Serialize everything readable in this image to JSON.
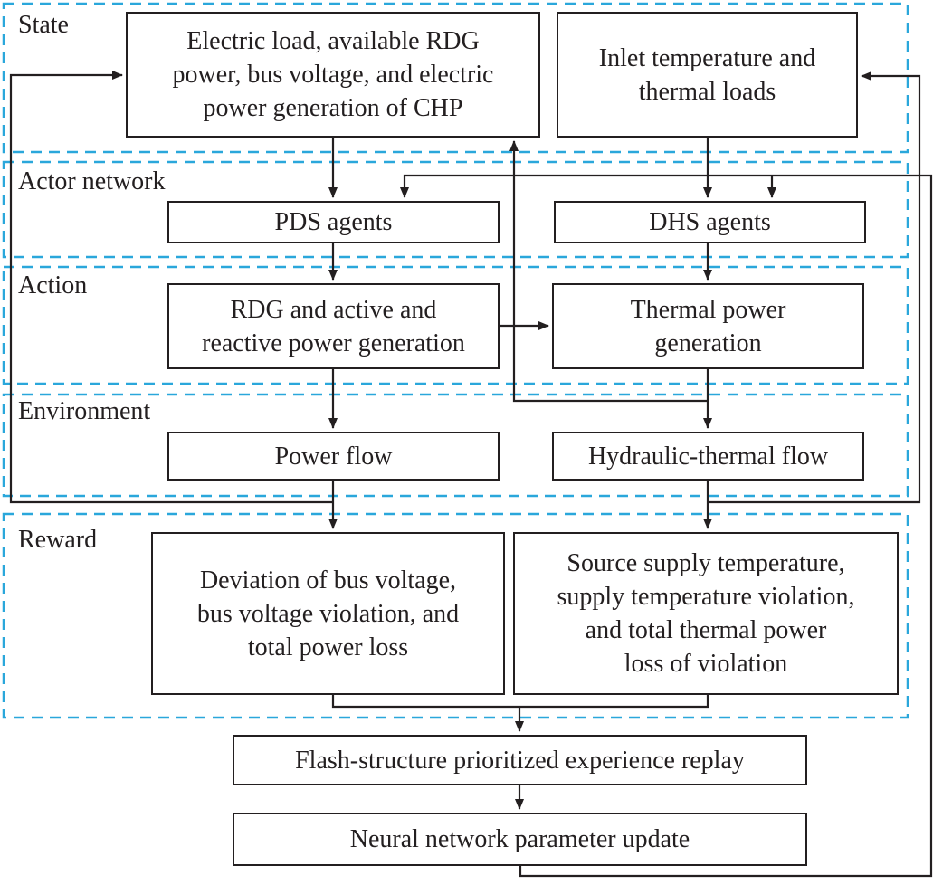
{
  "sections": [
    {
      "label": "State"
    },
    {
      "label": "Actor network"
    },
    {
      "label": "Action"
    },
    {
      "label": "Environment"
    },
    {
      "label": "Reward"
    }
  ],
  "nodes": {
    "electric_state": {
      "label": "Electric load, available RDG\npower, bus voltage, and electric\npower generation of CHP"
    },
    "thermal_state": {
      "label": "Inlet temperature and\nthermal loads"
    },
    "pds_agents": {
      "label": "PDS agents"
    },
    "dhs_agents": {
      "label": "DHS agents"
    },
    "pds_action": {
      "label": "RDG and active and\nreactive power generation"
    },
    "dhs_action": {
      "label": "Thermal power\ngeneration"
    },
    "power_flow": {
      "label": "Power flow"
    },
    "hydraulic_flow": {
      "label": "Hydraulic-thermal flow"
    },
    "pds_reward": {
      "label": "Deviation of bus voltage,\nbus voltage violation, and\ntotal power loss"
    },
    "dhs_reward": {
      "label": "Source supply temperature,\nsupply temperature violation,\nand total thermal power\nloss of violation"
    },
    "replay": {
      "label": "Flash-structure prioritized experience replay"
    },
    "update": {
      "label": "Neural network parameter update"
    }
  },
  "colors": {
    "section_border": "#2aa7db",
    "connector": "#231f20",
    "node_border": "#231f20",
    "node_background": "#ffffff"
  }
}
